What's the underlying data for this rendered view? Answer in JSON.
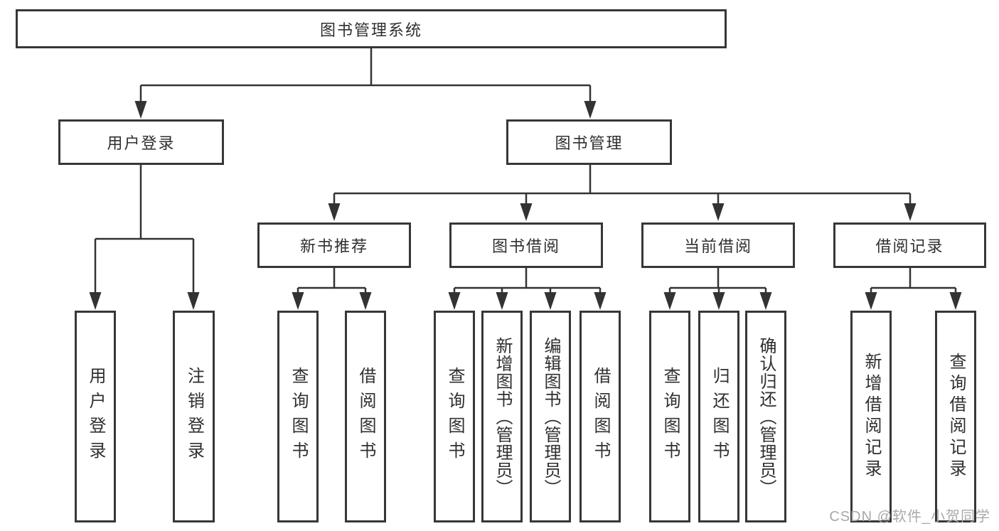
{
  "diagram_title": "图书管理系统",
  "tree": {
    "root": {
      "label": "图书管理系统",
      "children": [
        {
          "label": "用户登录",
          "children": [
            {
              "label": "用户登录"
            },
            {
              "label": "注销登录"
            }
          ]
        },
        {
          "label": "图书管理",
          "children": [
            {
              "label": "新书推荐",
              "children": [
                {
                  "label": "查询图书"
                },
                {
                  "label": "借阅图书"
                }
              ]
            },
            {
              "label": "图书借阅",
              "children": [
                {
                  "label": "查询图书"
                },
                {
                  "label": "新增图书（管理员）"
                },
                {
                  "label": "编辑图书（管理员）"
                },
                {
                  "label": "借阅图书"
                }
              ]
            },
            {
              "label": "当前借阅",
              "children": [
                {
                  "label": "查询图书"
                },
                {
                  "label": "归还图书"
                },
                {
                  "label": "确认归还（管理员）"
                }
              ]
            },
            {
              "label": "借阅记录",
              "children": [
                {
                  "label": "新增借阅记录"
                },
                {
                  "label": "查询借阅记录"
                }
              ]
            }
          ]
        }
      ]
    }
  },
  "watermark": {
    "label": "CSDN @软件_小贺同学"
  },
  "colors": {
    "line": "#333333",
    "box_border": "#373737",
    "text": "#2f2f2f",
    "watermark": "#a9a9a9"
  }
}
